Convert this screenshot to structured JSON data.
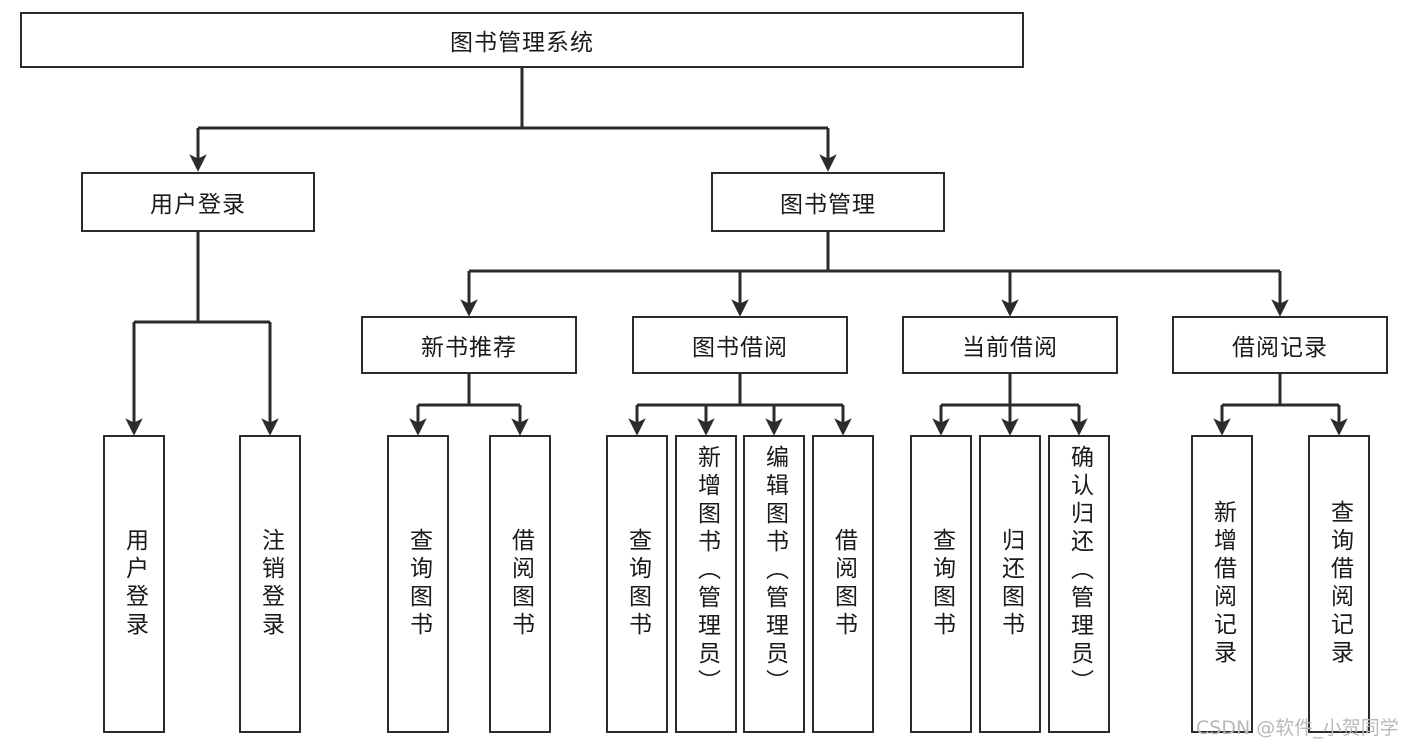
{
  "diagram": {
    "type": "tree-hierarchy-chart",
    "title": "图书管理系统",
    "background_color": "#ffffff",
    "line_color": "#2b2b2b",
    "text_color": "#1a1a1a",
    "levels": {
      "root": {
        "label": "图书管理系统"
      },
      "level2": [
        {
          "id": "user-login",
          "label": "用户登录"
        },
        {
          "id": "book-management",
          "label": "图书管理"
        }
      ],
      "level3": [
        {
          "id": "new-book-recommend",
          "label": "新书推荐",
          "parent": "book-management"
        },
        {
          "id": "book-borrow",
          "label": "图书借阅",
          "parent": "book-management"
        },
        {
          "id": "current-borrow",
          "label": "当前借阅",
          "parent": "book-management"
        },
        {
          "id": "borrow-record",
          "label": "借阅记录",
          "parent": "book-management"
        }
      ],
      "leaves": {
        "user-login": [
          {
            "id": "leaf-user-login",
            "label": "用户登录"
          },
          {
            "id": "leaf-logout",
            "label": "注销登录"
          }
        ],
        "new-book-recommend": [
          {
            "id": "leaf-query-book-1",
            "label": "查询图书"
          },
          {
            "id": "leaf-borrow-book-1",
            "label": "借阅图书"
          }
        ],
        "book-borrow": [
          {
            "id": "leaf-query-book-2",
            "label": "查询图书"
          },
          {
            "id": "leaf-add-book",
            "label": "新增图书（管理员）"
          },
          {
            "id": "leaf-edit-book",
            "label": "编辑图书（管理员）"
          },
          {
            "id": "leaf-borrow-book-2",
            "label": "借阅图书"
          }
        ],
        "current-borrow": [
          {
            "id": "leaf-query-book-3",
            "label": "查询图书"
          },
          {
            "id": "leaf-return-book",
            "label": "归还图书"
          },
          {
            "id": "leaf-confirm-return",
            "label": "确认归还（管理员）"
          }
        ],
        "borrow-record": [
          {
            "id": "leaf-add-record",
            "label": "新增借阅记录"
          },
          {
            "id": "leaf-query-record",
            "label": "查询借阅记录"
          }
        ]
      }
    }
  },
  "watermark": {
    "text": "CSDN @软件_小贺同学"
  }
}
